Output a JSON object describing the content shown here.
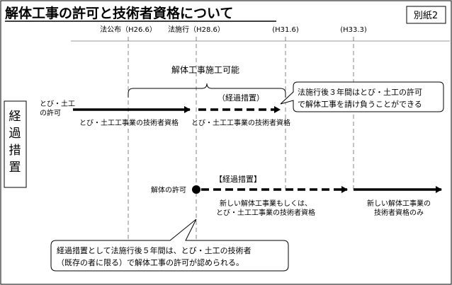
{
  "header": {
    "title": "解体工事の許可と技術者資格について",
    "tag": "別紙2"
  },
  "timeline": {
    "ticks": [
      "法公布（H26.6）",
      "法施行（H28.6）",
      "(H31.6)",
      "(H33.3)"
    ]
  },
  "side_label": [
    "経",
    "過",
    "措",
    "置"
  ],
  "upper": {
    "brace_label": "解体工事施工可能",
    "transition_label": "（経過措置）",
    "start_label": [
      "とび・土工",
      "の許可"
    ],
    "solid_caption": "とび・土工工事業の技術者資格",
    "dashed_caption": "とび・土工工事業の技術者資格",
    "callout": [
      "法施行後３年間はとび・土工の許可",
      "で解体工事を請け負うことができる"
    ]
  },
  "lower": {
    "start_label": "解体の許可",
    "transition_label": "【経過措置】",
    "dashed_caption": [
      "新しい解体工事業もしくは、",
      "とび・土工工事業の技術者資格"
    ],
    "solid_caption": [
      "新しい解体工事業の",
      "技術者資格のみ"
    ]
  },
  "bottom_note": [
    "経過措置として法施行後５年間は、とび・土工の技術者",
    "（既存の者に限る）で解体工事の許可が認められる。"
  ]
}
